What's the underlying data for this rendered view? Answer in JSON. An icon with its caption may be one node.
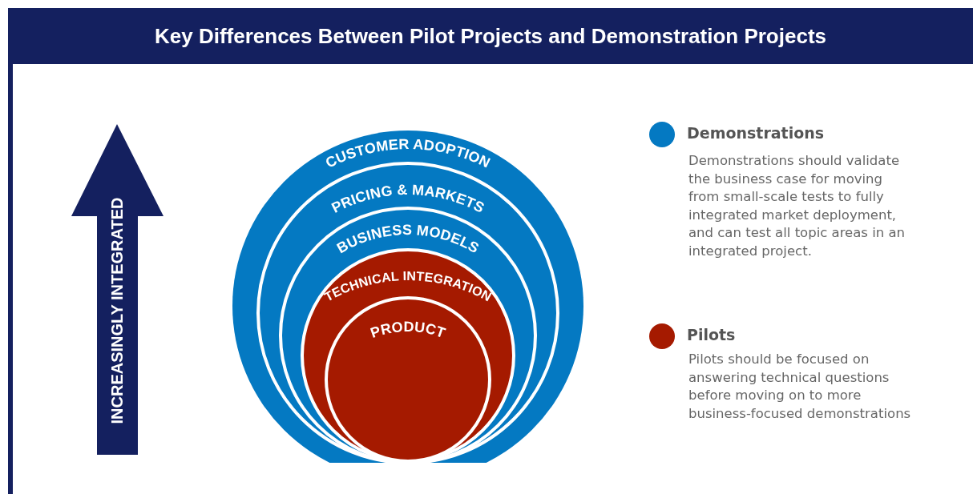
{
  "diagram": {
    "title": "Key Differences Between Pilot Projects and Demonstration Projects",
    "nodes": [
      {
        "text": [
          "CUSTOMER ADOPTION"
        ]
      },
      {
        "text": [
          "PRICING & MARKETS"
        ],
        "in": 0
      },
      {
        "text": [
          "BUSINESS MODELS"
        ],
        "in": 1
      },
      {
        "text": [
          "TECHNICAL INTEGRATION"
        ],
        "in": 2
      },
      {
        "text": [
          "PRODUCT"
        ],
        "in": 3
      }
    ],
    "labels": [
      "INCREASINGLY INTEGRATED",
      "Demonstrations should validate the business case for moving from small-scale tests to fully integrated market deployment, and can test all topic areas in an integrated project.",
      "Pilots should be focused on answering technical questions before moving on to more business-focused demonstrations"
    ],
    "legend": [
      {
        "text": "Demonstrations",
        "color": "#0479c2"
      },
      {
        "text": "Pilots",
        "color": "#a51a00"
      }
    ]
  }
}
